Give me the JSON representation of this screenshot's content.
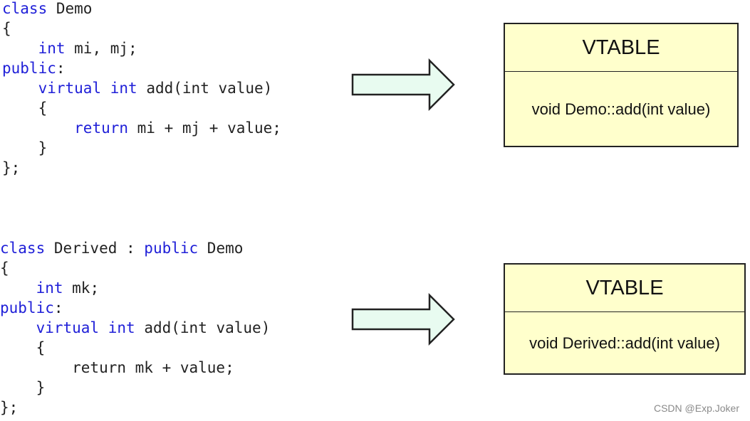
{
  "top": {
    "code": [
      [
        [
          "class",
          "kw"
        ],
        [
          " Demo",
          ""
        ]
      ],
      [
        [
          "{",
          ""
        ]
      ],
      [
        [
          "    ",
          ""
        ],
        [
          "int",
          "kw"
        ],
        [
          " mi, mj;",
          ""
        ]
      ],
      [
        [
          "public",
          "kw"
        ],
        [
          ":",
          ""
        ]
      ],
      [
        [
          "    ",
          ""
        ],
        [
          "virtual",
          "kw"
        ],
        [
          " ",
          ""
        ],
        [
          "int",
          "kw"
        ],
        [
          " add(int value)",
          ""
        ]
      ],
      [
        [
          "    {",
          ""
        ]
      ],
      [
        [
          "        ",
          ""
        ],
        [
          "return",
          "kw"
        ],
        [
          " mi + mj + value;",
          ""
        ]
      ],
      [
        [
          "    }",
          ""
        ]
      ],
      [
        [
          "};",
          ""
        ]
      ]
    ],
    "vtable": {
      "title": "VTABLE",
      "entry": "void Demo::add(int value)"
    }
  },
  "bottom": {
    "code": [
      [
        [
          "class",
          "kw"
        ],
        [
          " Derived : ",
          ""
        ],
        [
          "public",
          "kw"
        ],
        [
          " Demo",
          ""
        ]
      ],
      [
        [
          "{",
          ""
        ]
      ],
      [
        [
          "    ",
          ""
        ],
        [
          "int",
          "kw"
        ],
        [
          " mk;",
          ""
        ]
      ],
      [
        [
          "public",
          "kw"
        ],
        [
          ":",
          ""
        ]
      ],
      [
        [
          "    ",
          ""
        ],
        [
          "virtual",
          "kw"
        ],
        [
          " ",
          ""
        ],
        [
          "int",
          "kw"
        ],
        [
          " add(int value)",
          ""
        ]
      ],
      [
        [
          "    {",
          ""
        ]
      ],
      [
        [
          "        return mk + value;",
          ""
        ]
      ],
      [
        [
          "    }",
          ""
        ]
      ],
      [
        [
          "};",
          ""
        ]
      ]
    ],
    "vtable": {
      "title": "VTABLE",
      "entry": "void Derived::add(int value)"
    }
  },
  "colors": {
    "keyword": "#1f1fd8",
    "arrow_fill": "#e8fbf0",
    "vtable_fill": "#ffffcc"
  },
  "watermark": "CSDN @Exp.Joker"
}
